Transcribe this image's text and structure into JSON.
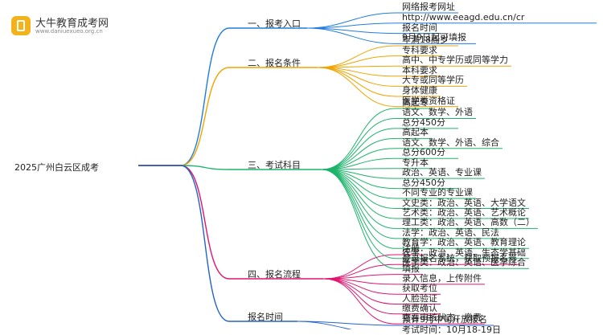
{
  "logo": {
    "title": "大牛教育成考网",
    "subtitle": "www.daniuexueo.org.cn"
  },
  "root": "2025广州白云区成考",
  "branches": [
    {
      "label": "一、报考入口",
      "color": "#1f7de0",
      "leaves": [
        "网络报考网址",
        "http://www.eeagd.edu.cn/cr",
        "报名时间",
        "9月9日起可填报"
      ]
    },
    {
      "label": "二、报名条件",
      "color": "#f0a400",
      "leaves": [
        "年满18周岁",
        "专科要求",
        "高中、中专学历或同等学力",
        "本科要求",
        "大专或同等学历",
        "身体健康",
        "医学类资格证"
      ]
    },
    {
      "label": "三、考试科目",
      "color": "#1db36b",
      "leaves": [
        "高起专",
        "语文、数学、外语",
        "总分450分",
        "高起本",
        "语文、数学、外语、综合",
        "总分600分",
        "专升本",
        "政治、英语、专业课",
        "总分450分",
        "不同专业的专业课",
        "文史类：政治、英语、大学语文",
        "艺术类：政治、英语、艺术概论",
        "理工类：政治、英语、高数（二）",
        "法学：政治、英语、民法",
        "教育学：政治、英语、教育理论",
        "农学：政治、英语、生态学基础",
        "医学类：政治、英语、医学综合"
      ]
    },
    {
      "label": "四、报名流程",
      "color": "#e0156f",
      "leaves": [
        "注册",
        "登录报名系统，获取预报名号",
        "填报",
        "录入信息，上传附件",
        "获取考位",
        "人脸验证",
        "缴费确认",
        "查看审核状态，缴费"
      ]
    },
    {
      "label": "报名时间",
      "color": "#2563c8",
      "leaves": [
        "预计9月中旬开放报名",
        "考试时间：10月18-19日"
      ]
    }
  ]
}
